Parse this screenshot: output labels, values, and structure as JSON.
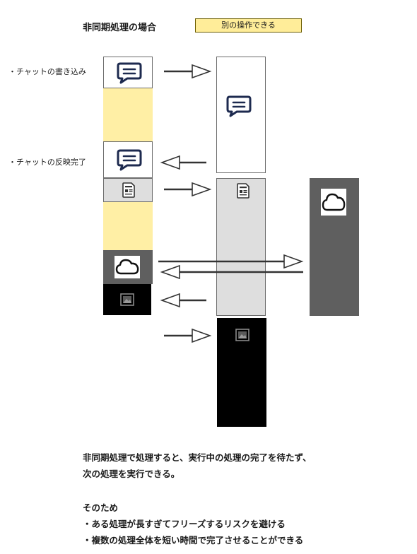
{
  "header": {
    "title": "非同期処理の場合",
    "badge": "別の操作できる"
  },
  "labels": {
    "chat_write": "・チャットの書き込み",
    "chat_reflect": "・チャットの反映完了"
  },
  "icons": {
    "chat": "chat-bubble-icon",
    "news": "news-document-icon",
    "cloud": "cloud-icon",
    "image": "image-icon"
  },
  "colors": {
    "yellow_block": "#ffefa5",
    "badge": "#ffed99",
    "light_gray": "#dedede",
    "dark_gray": "#5f5f5f",
    "black": "#000000",
    "icon_navy": "#1d2a4f"
  },
  "explanation": {
    "line1": "非同期処理で処理すると、実行中の処理の完了を待たず、",
    "line2": "次の処理を実行できる。",
    "line3": "そのため",
    "line4": "・ある処理が長すぎてフリーズするリスクを避ける",
    "line5": "・複数の処理全体を短い時間で完了させることができる"
  }
}
